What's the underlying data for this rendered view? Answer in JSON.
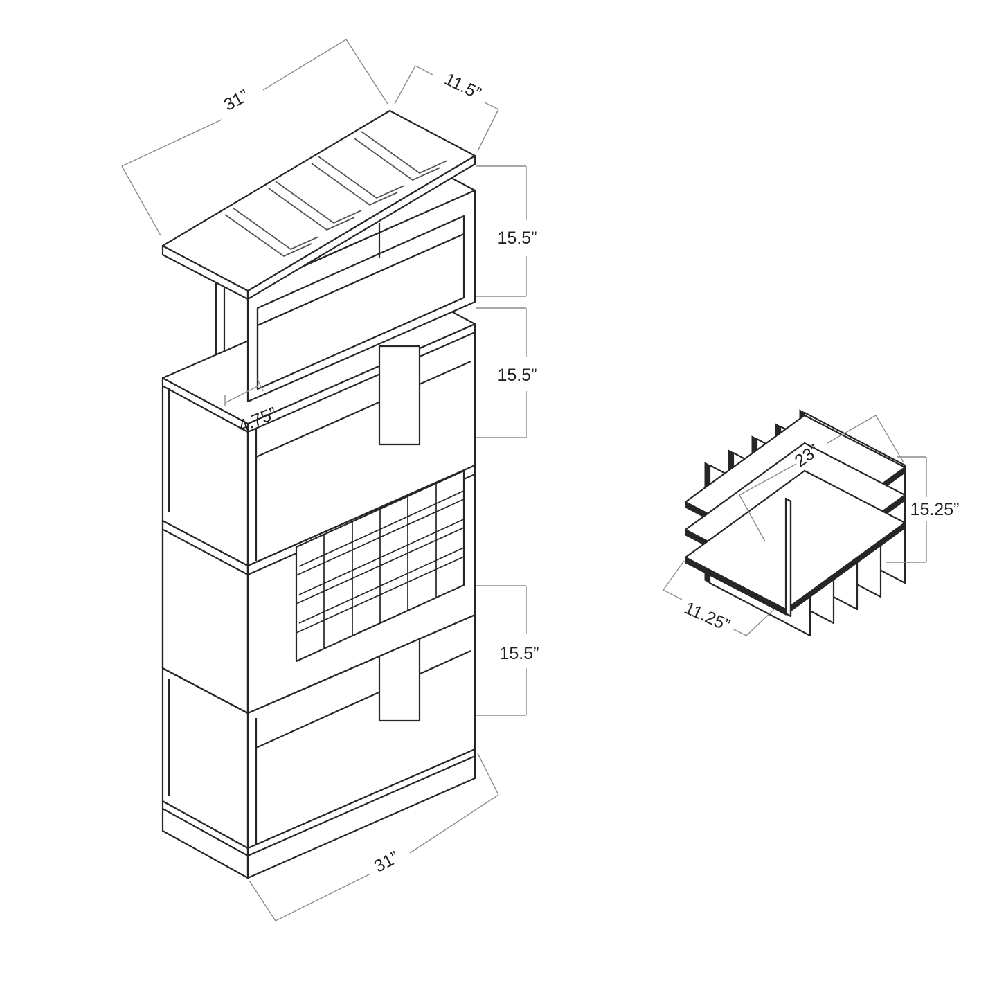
{
  "dimensions": {
    "top_width": "31”",
    "top_depth": "11.5”",
    "shelf_height_1": "15.5”",
    "shelf_height_2": "15.5”",
    "shelf_height_3": "15.5”",
    "post_width": "4.75”",
    "bottom_width": "31”",
    "rack_length": "23”",
    "rack_height": "15.25”",
    "rack_depth": "11.25”"
  }
}
